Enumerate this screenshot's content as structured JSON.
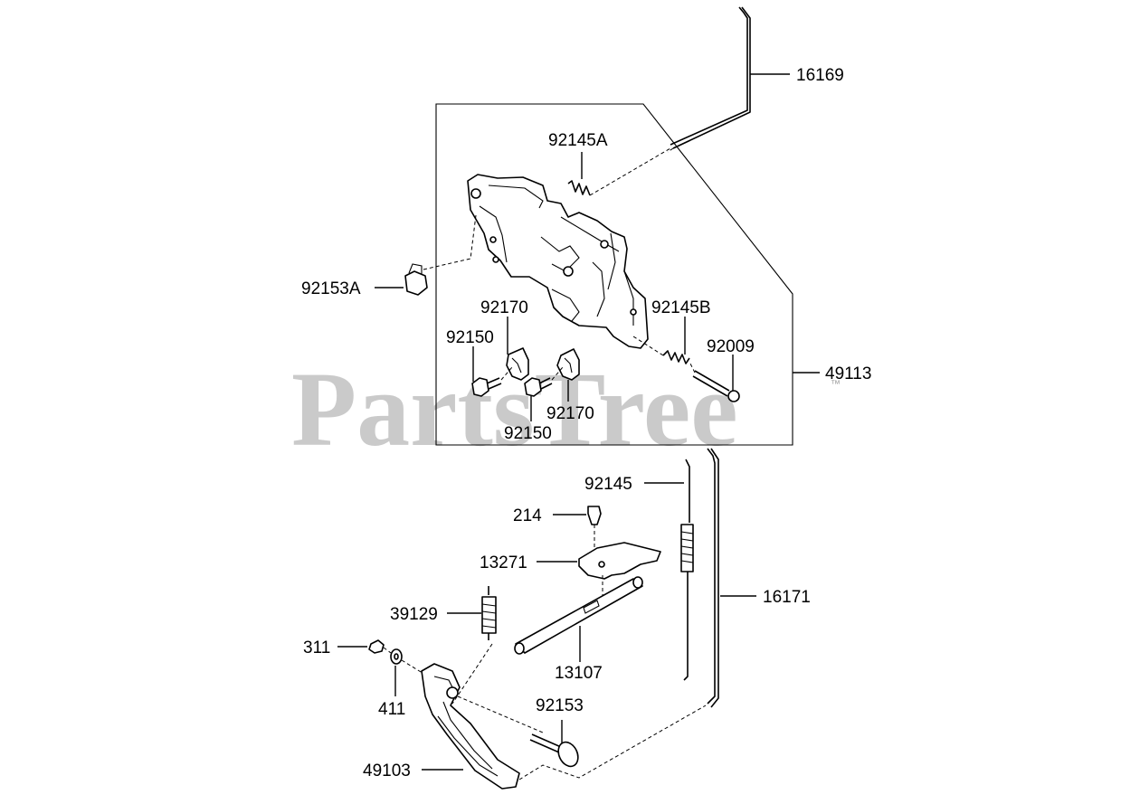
{
  "watermark": {
    "text": "PartsTree",
    "trademark": "™"
  },
  "callouts": {
    "c16169": "16169",
    "c92145A": "92145A",
    "c92153A": "92153A",
    "c92170_top": "92170",
    "c92145B": "92145B",
    "c92150_left": "92150",
    "c92009": "92009",
    "c49113": "49113",
    "c92170_bottom": "92170",
    "c92150_bottom": "92150",
    "c92145": "92145",
    "c214": "214",
    "c13271": "13271",
    "c16171": "16171",
    "c39129": "39129",
    "c311": "311",
    "c13107": "13107",
    "c411": "411",
    "c92153": "92153",
    "c49103": "49103"
  }
}
